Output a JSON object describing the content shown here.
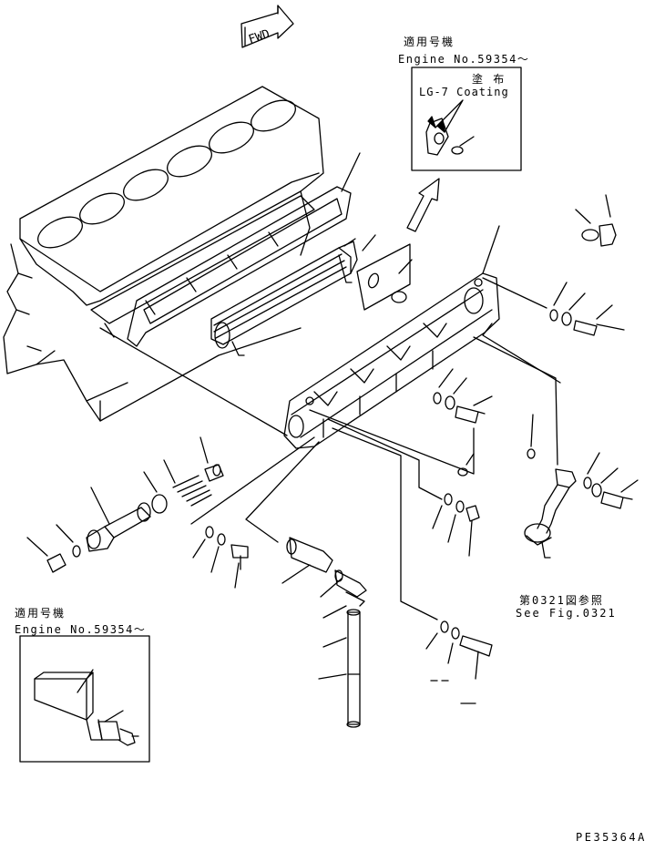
{
  "fwd_marker": "FWD",
  "top_note": {
    "applicable_jp": "適用号機",
    "applicable_en": "Engine No.59354～",
    "coating_jp": "塗 布",
    "coating_en": "LG-7 Coating"
  },
  "bottom_note": {
    "applicable_jp": "適用号機",
    "applicable_en": "Engine No.59354～"
  },
  "see_fig": {
    "jp": "第0321図参照",
    "en": "See Fig.0321"
  },
  "drawing_id": "PE35364A"
}
